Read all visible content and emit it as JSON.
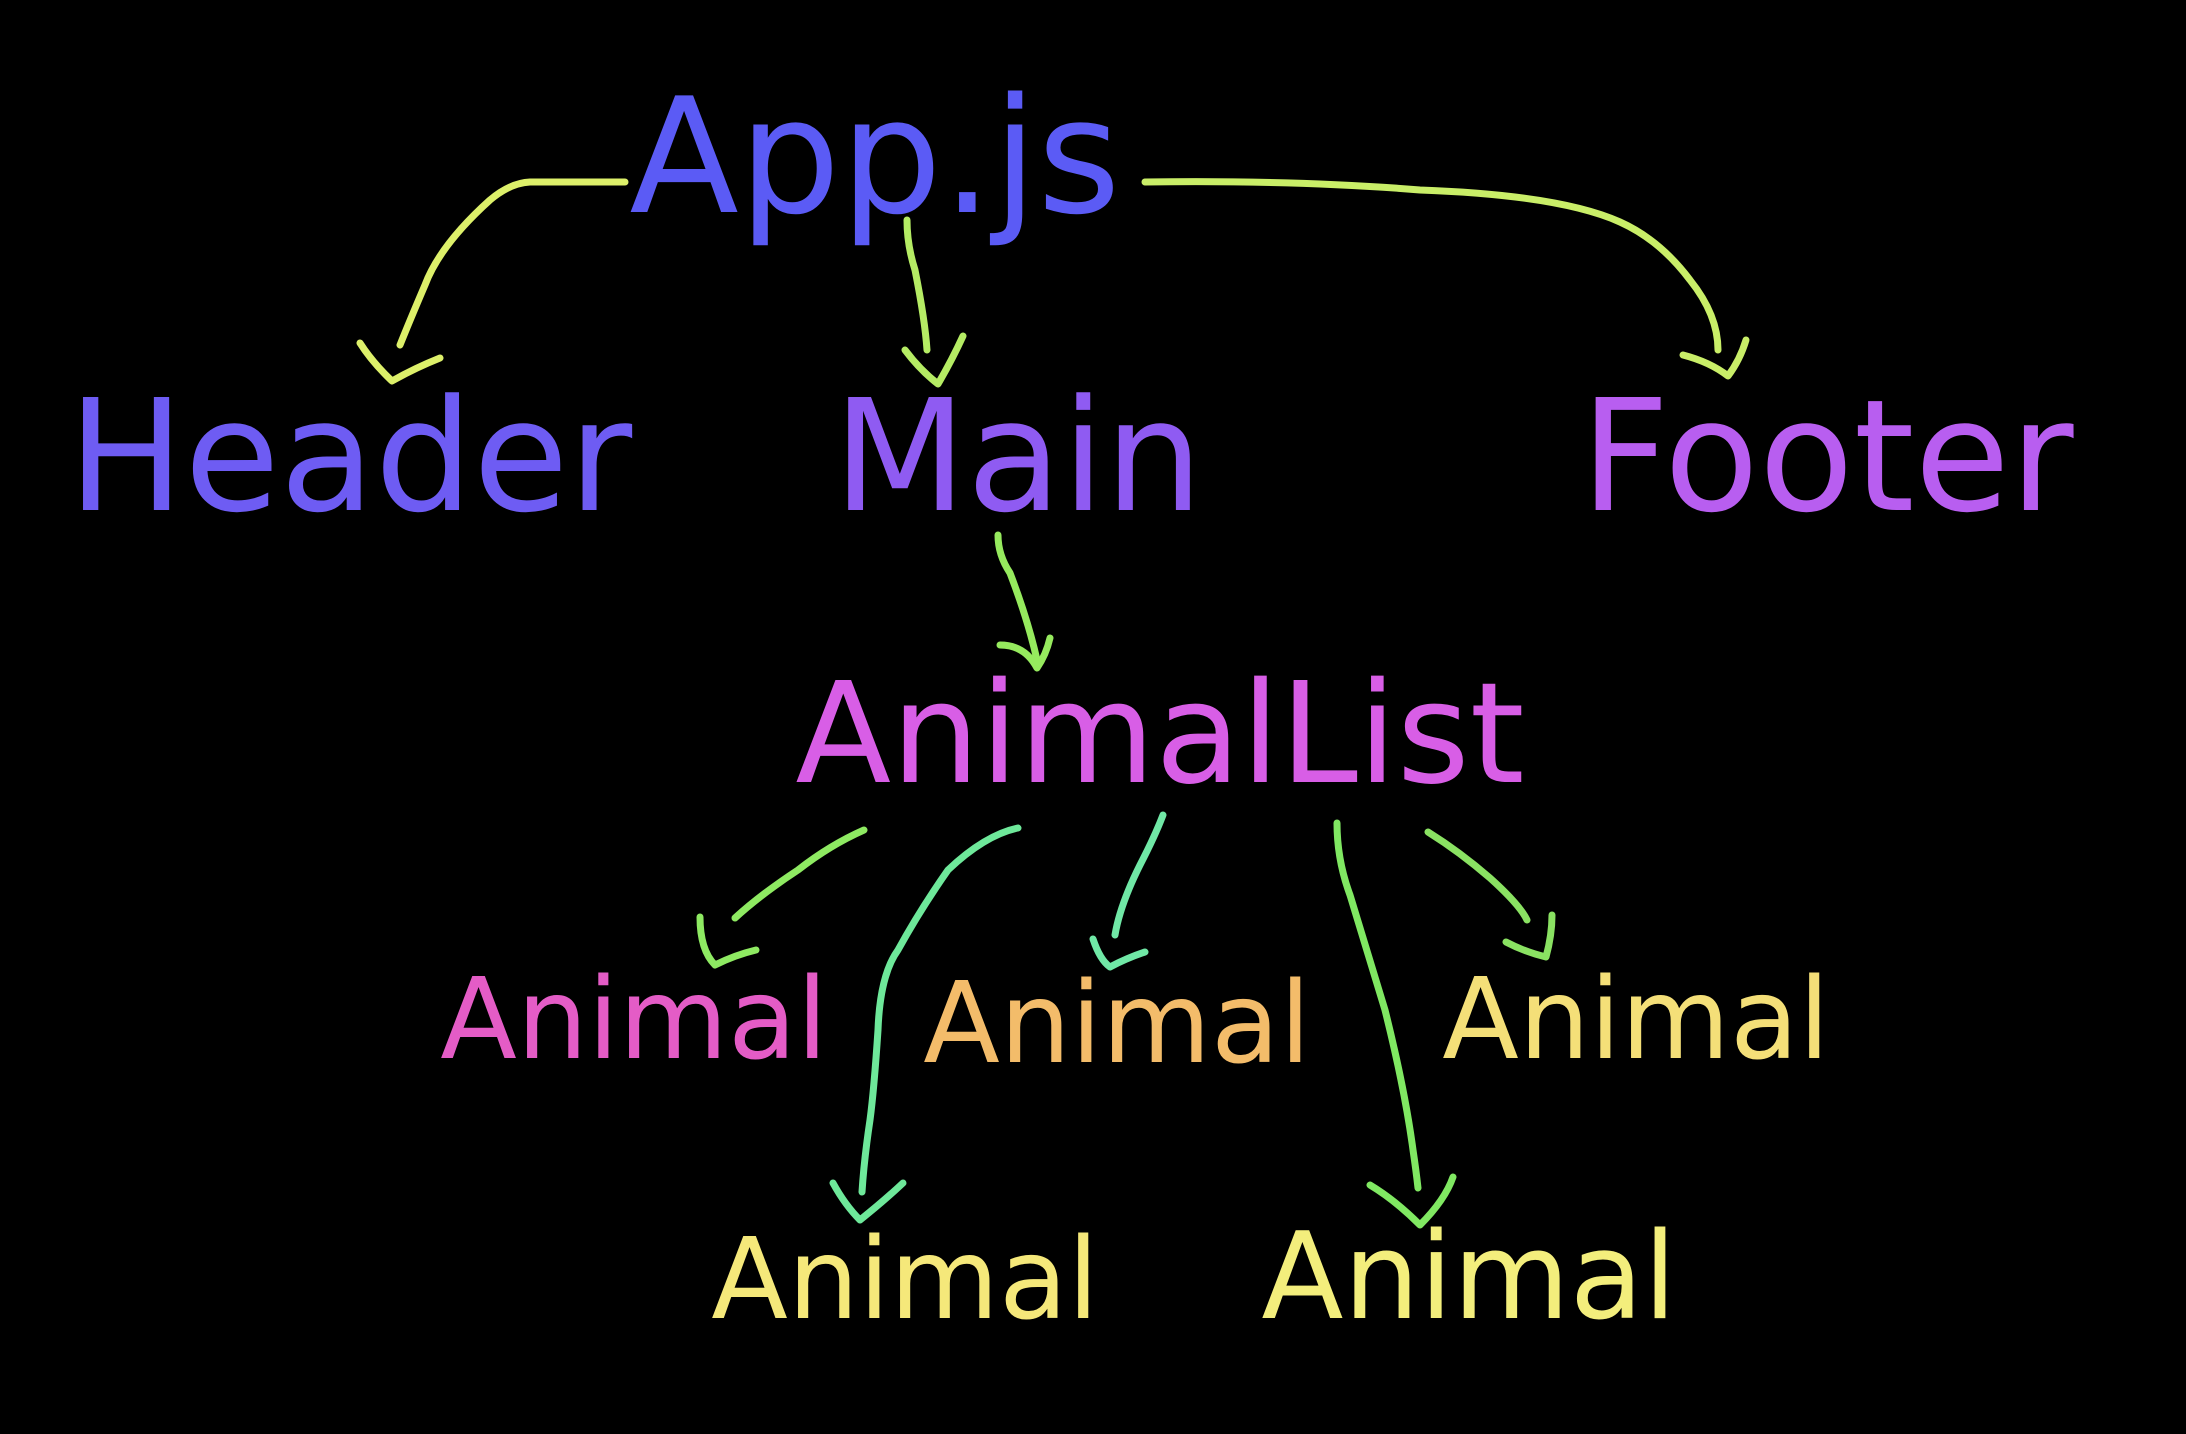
{
  "nodes": {
    "app": {
      "label": "App.js",
      "color": "#5B5BF5"
    },
    "header": {
      "label": "Header",
      "color": "#6E5CF3"
    },
    "main": {
      "label": "Main",
      "color": "#8F5BF2"
    },
    "footer": {
      "label": "Footer",
      "color": "#B85EF0"
    },
    "animal_list": {
      "label": "AnimalList",
      "color": "#D85EE6"
    },
    "animals": [
      {
        "label": "Animal",
        "color": "#E45CC6"
      },
      {
        "label": "Animal",
        "color": "#F5E87A"
      },
      {
        "label": "Animal",
        "color": "#F3BC6A"
      },
      {
        "label": "Animal",
        "color": "#F3EE7C"
      },
      {
        "label": "Animal",
        "color": "#F4DF78"
      }
    ]
  },
  "arrow_colors": {
    "app_to_header": "#DDF06A",
    "app_to_main": "#B5EC64",
    "app_to_footer": "#C9EE68",
    "main_to_list": "#96EA5E",
    "list_to_animals": [
      "#8EEA62",
      "#6EE89A",
      "#70E8A6",
      "#80E862",
      "#8AE262"
    ]
  }
}
